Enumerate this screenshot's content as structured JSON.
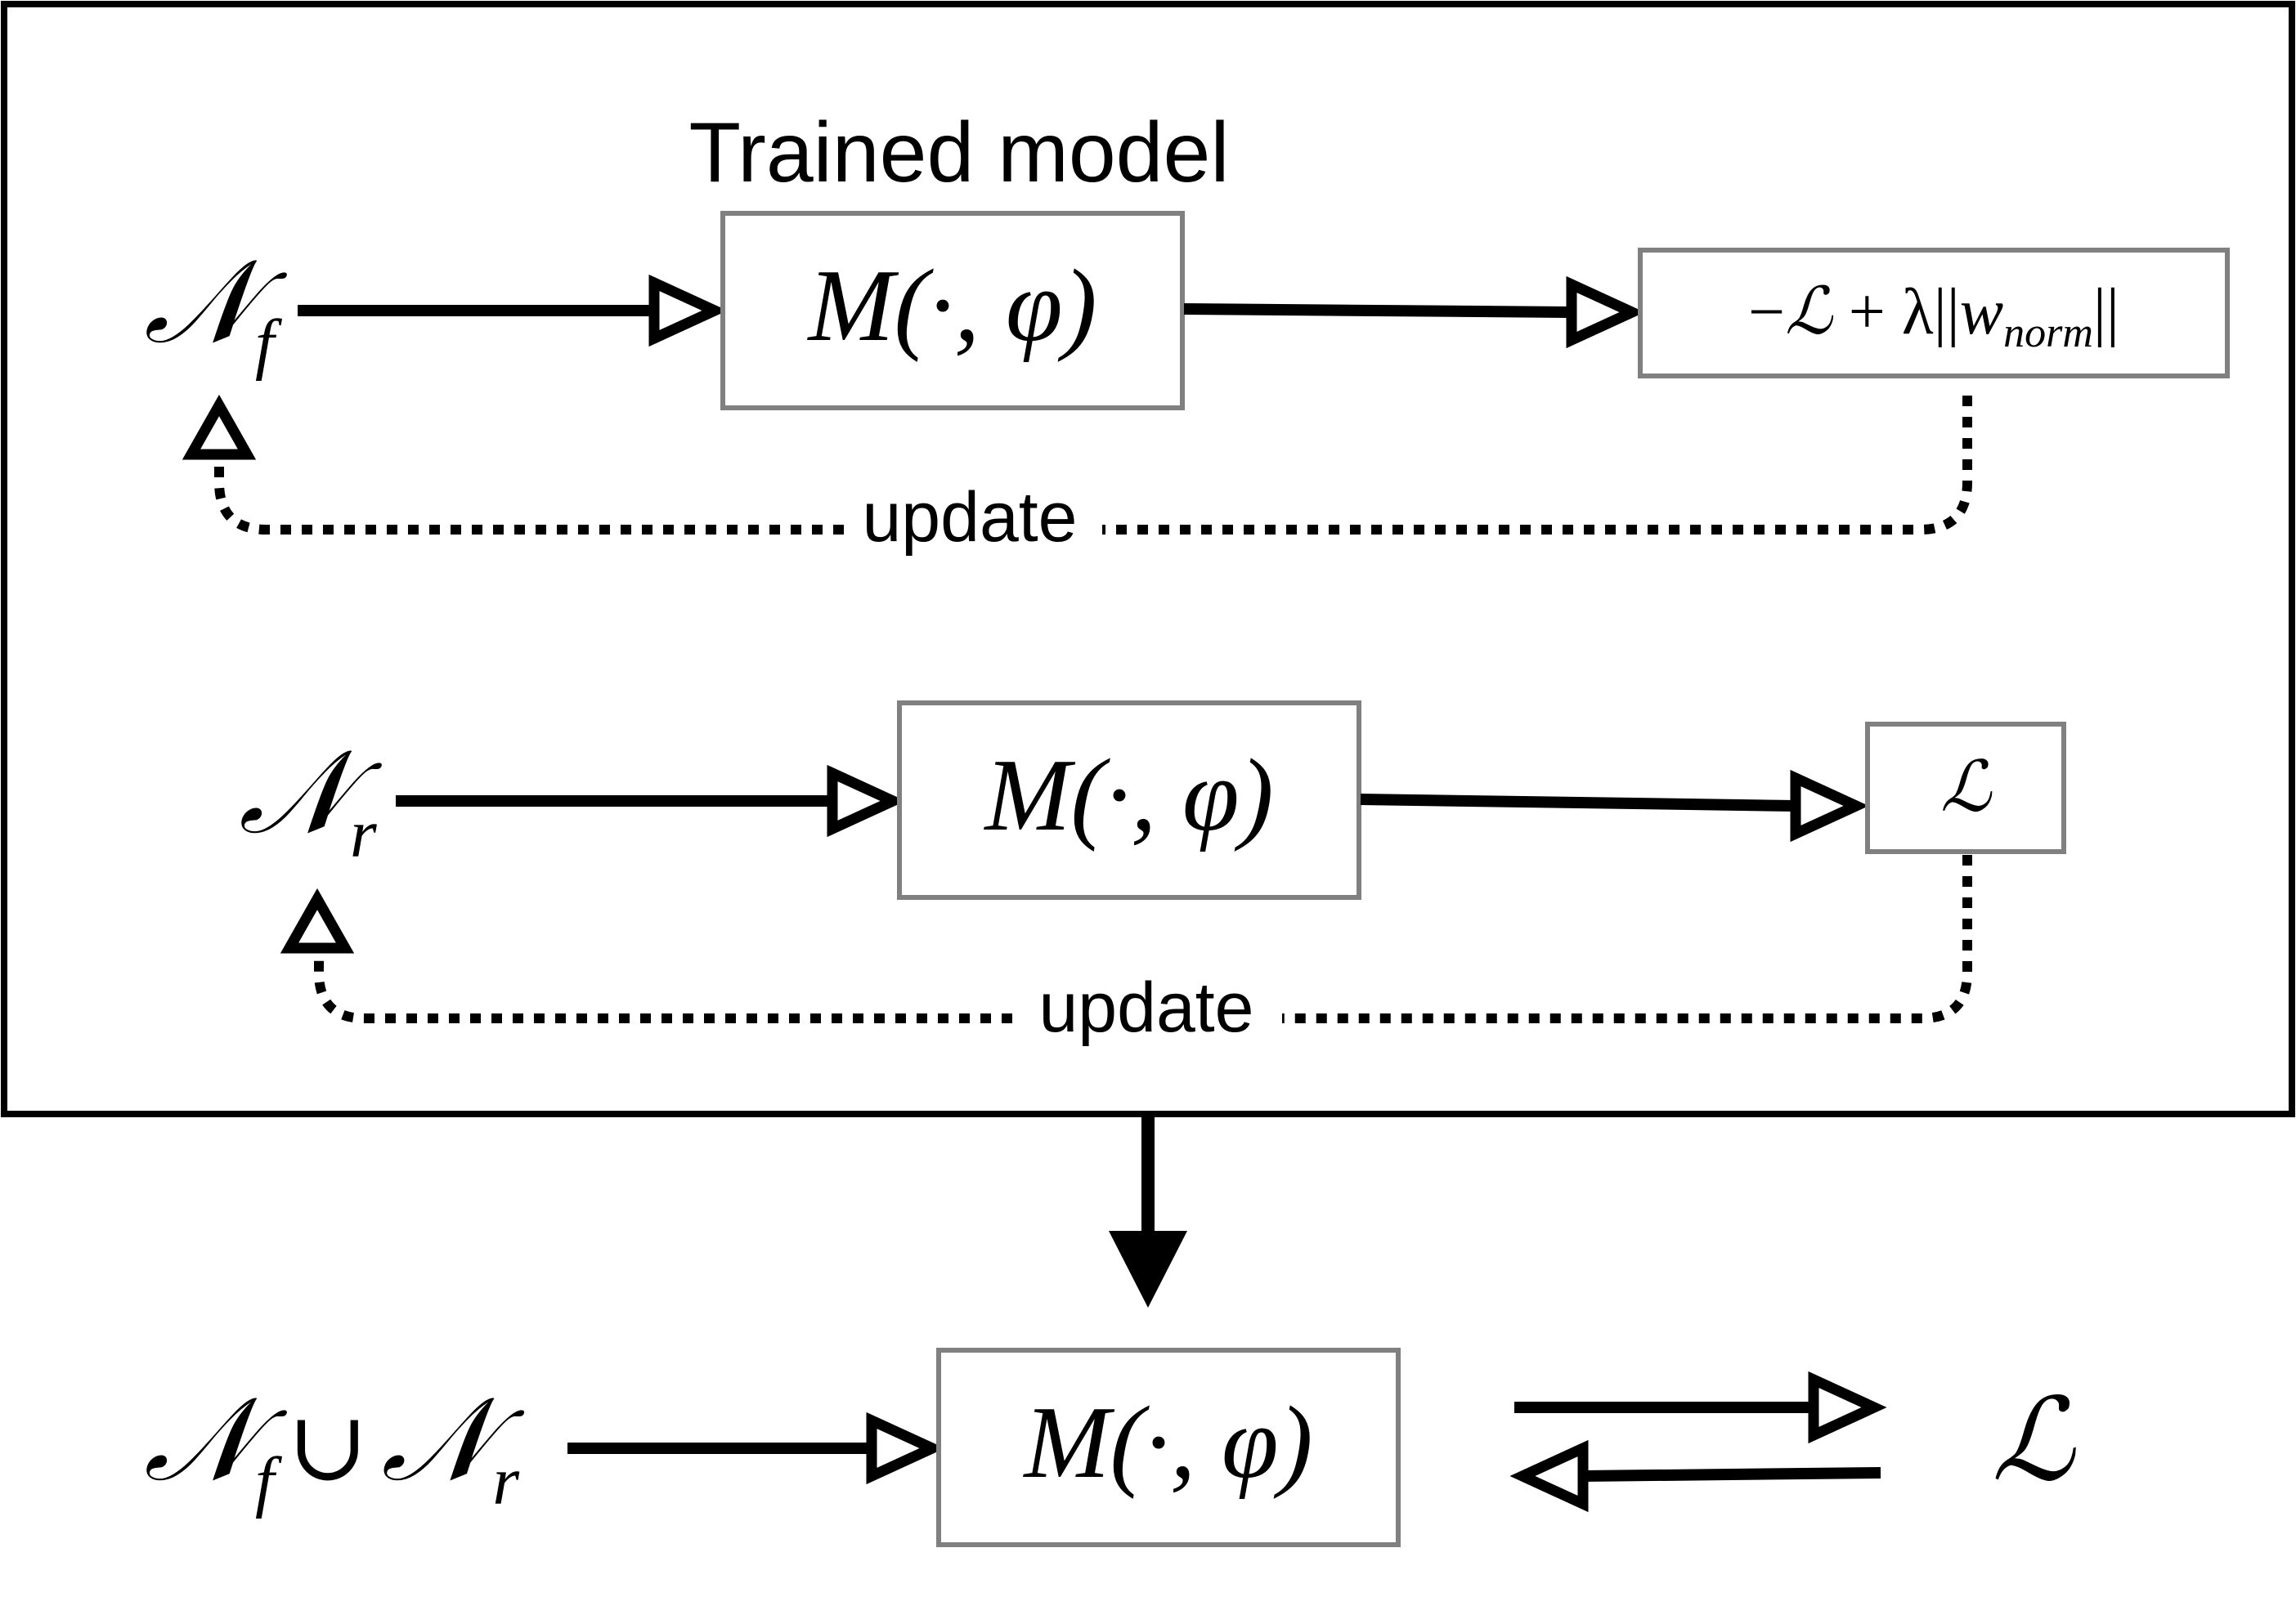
{
  "title": "Trained model",
  "update_label": "update",
  "model_label": "M(·, φ)",
  "inputs": {
    "forget": {
      "base": "𝒩",
      "sub": "f"
    },
    "retain": {
      "base": "𝒩",
      "sub": "r"
    },
    "union": {
      "left_base": "𝒩",
      "left_sub": "f",
      "op": "∪",
      "right_base": "𝒩",
      "right_sub": "r"
    }
  },
  "outputs": {
    "forget_loss": {
      "prefix": "−",
      "loss": "ℒ",
      "plus": " + ",
      "lambda": "λ",
      "bars_open": "||",
      "w": "w",
      "w_sub": "norm",
      "bars_close": "||"
    },
    "retain_loss": "ℒ",
    "final_loss": "ℒ"
  },
  "colors": {
    "stroke": "#000000",
    "box_border": "#808080",
    "background": "#ffffff"
  }
}
